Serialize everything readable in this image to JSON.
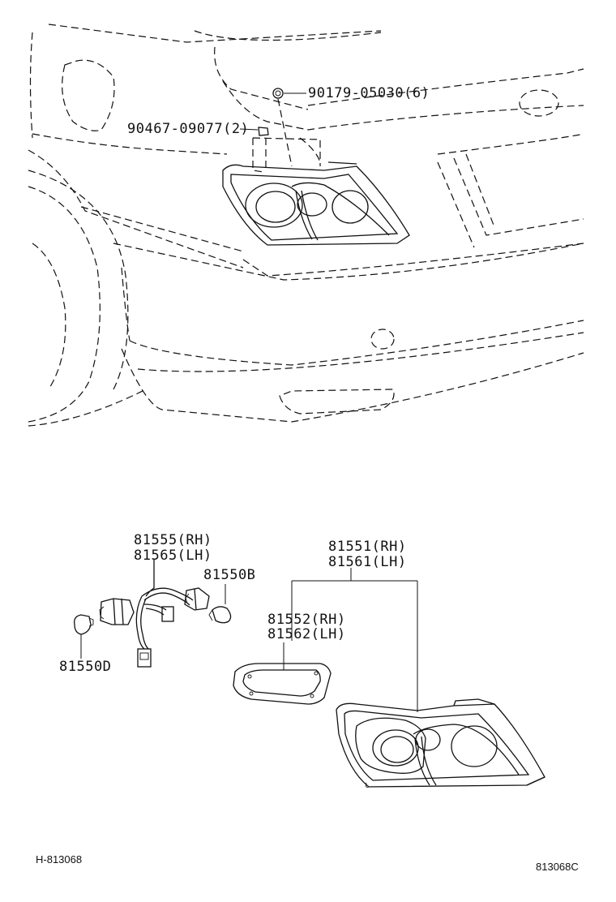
{
  "diagram": {
    "part_labels": {
      "nut_upper": "90179-05030(6)",
      "clip": "90467-09077(2)",
      "socket_rh": "81555(RH)",
      "socket_lh": "81565(LH)",
      "bulb_b": "81550B",
      "bulb_d": "81550D",
      "lamp_rh": "81551(RH)",
      "lamp_lh": "81561(LH)",
      "gasket_rh": "81552(RH)",
      "gasket_lh": "81562(LH)"
    },
    "footer": {
      "left_code": "H-813068",
      "right_code": "813068C"
    }
  }
}
